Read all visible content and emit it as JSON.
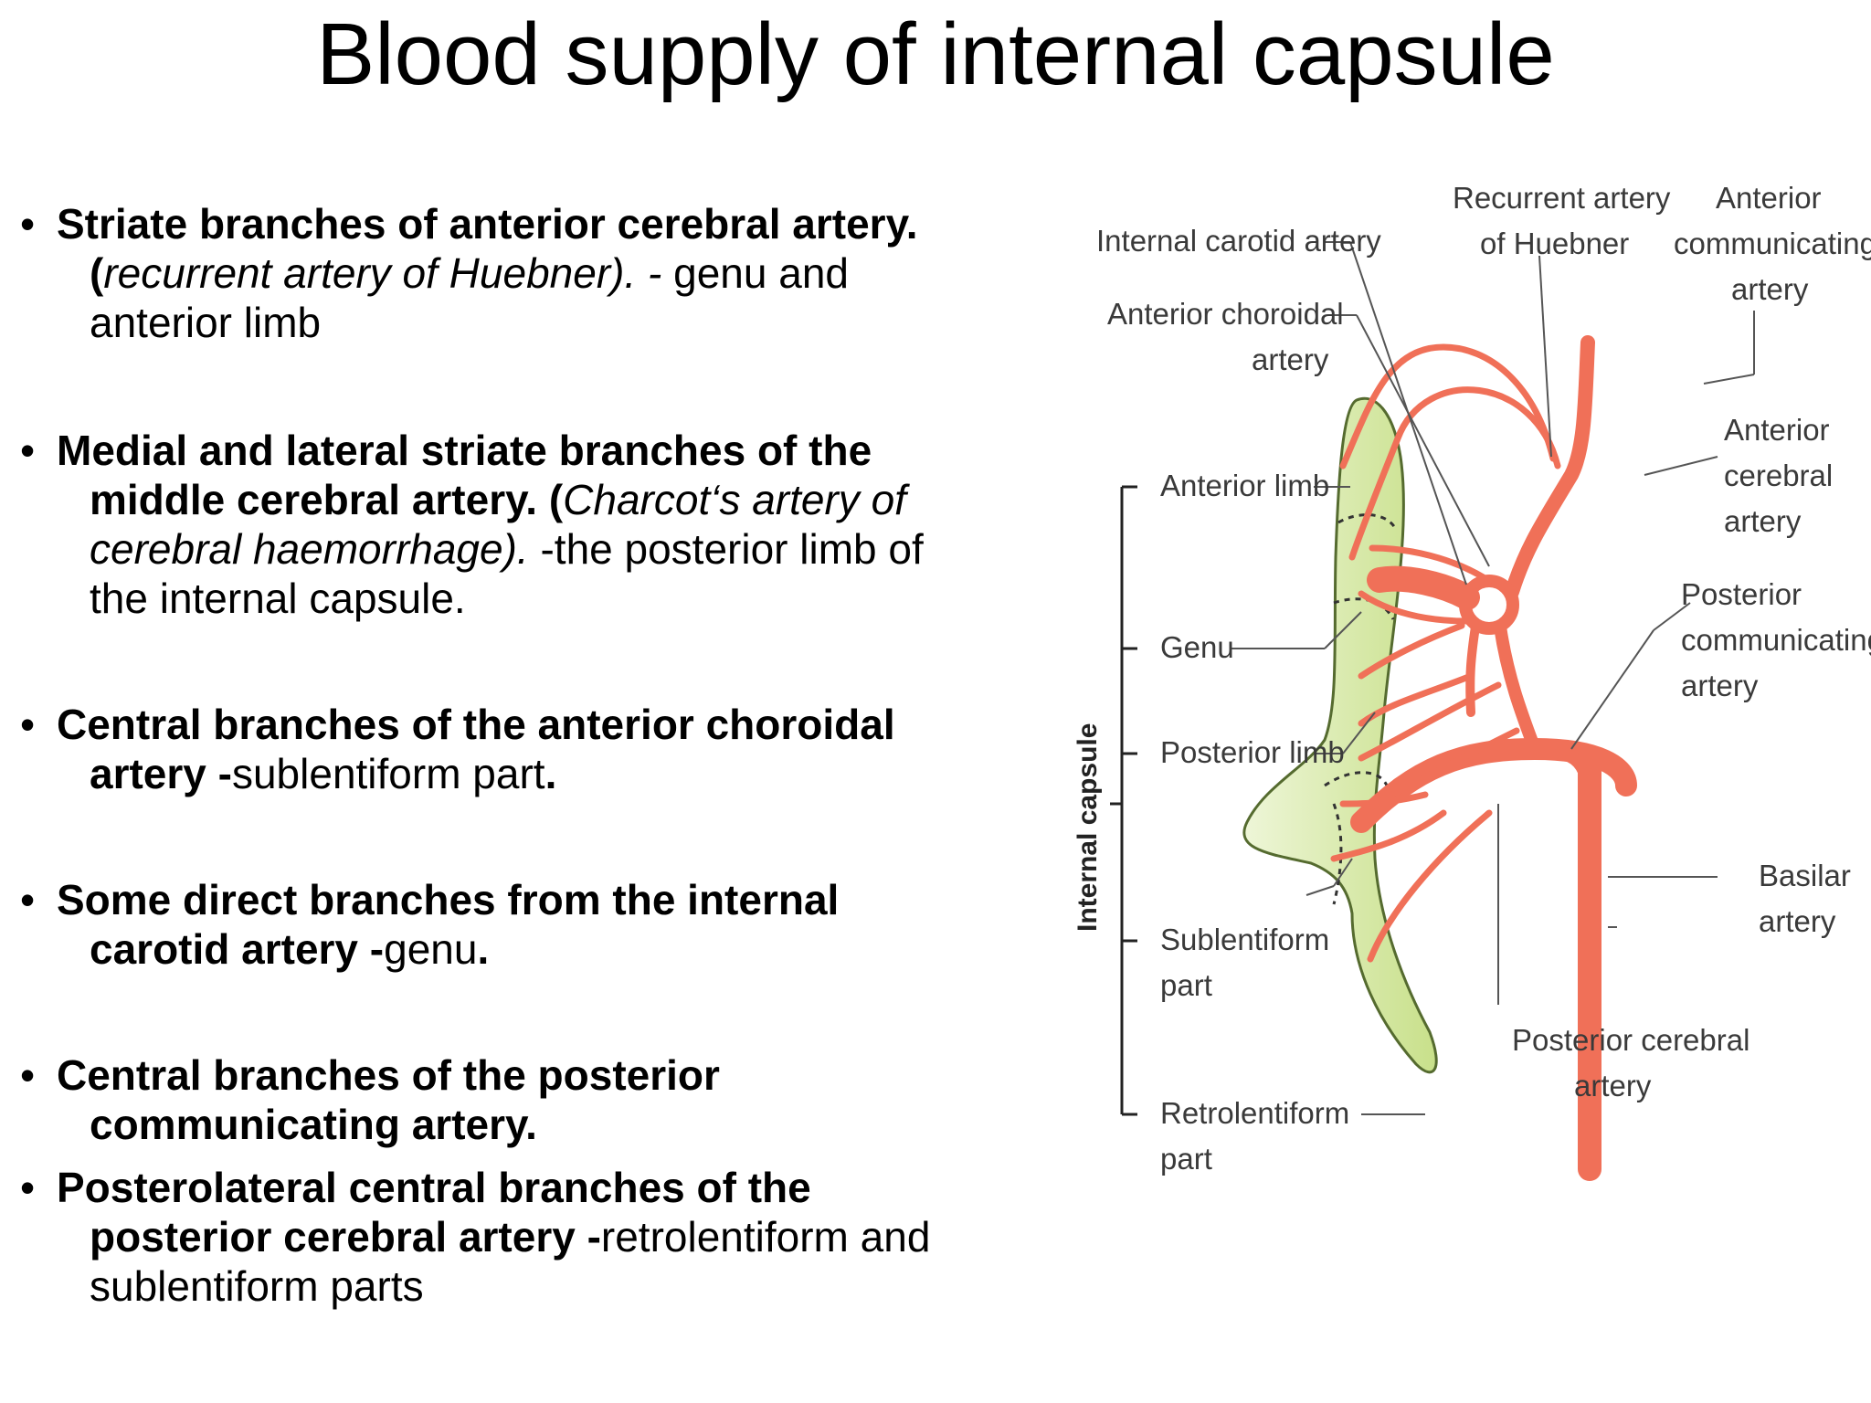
{
  "title": "Blood supply of internal capsule",
  "bullets": [
    {
      "parts": [
        {
          "text": "Striate branches of anterior cerebral artery. (",
          "style": "bold"
        },
        {
          "text": "recurrent artery of Huebner). -",
          "style": "italic"
        },
        {
          "text": " genu and anterior limb",
          "style": "normal"
        }
      ]
    },
    {
      "parts": [
        {
          "text": "Medial and lateral striate branches of the middle cerebral artery. (",
          "style": "bold"
        },
        {
          "text": "Charcot‘s artery of cerebral haemorrhage).",
          "style": "italic"
        },
        {
          "text": " -the posterior limb of the internal capsule.",
          "style": "normal"
        }
      ]
    },
    {
      "parts": [
        {
          "text": "Central branches of the anterior choroidal artery -",
          "style": "bold"
        },
        {
          "text": "sublentiform part",
          "style": "normal"
        },
        {
          "text": ".",
          "style": "bold"
        }
      ]
    },
    {
      "parts": [
        {
          "text": "Some direct branches from the internal carotid artery -",
          "style": "bold"
        },
        {
          "text": "genu",
          "style": "normal"
        },
        {
          "text": ".",
          "style": "bold"
        }
      ]
    },
    {
      "parts": [
        {
          "text": "Central branches of the posterior communicating artery.",
          "style": "bold"
        }
      ]
    },
    {
      "parts": [
        {
          "text": "Posterolateral central branches of the posterior cerebral artery -",
          "style": "bold"
        },
        {
          "text": "retrolentiform and sublentiform parts",
          "style": "normal"
        }
      ]
    }
  ],
  "diagram": {
    "labels": {
      "internal_carotid": "Internal carotid artery",
      "anterior_choroidal_1": "Anterior choroidal",
      "anterior_choroidal_2": "artery",
      "recurrent_1": "Recurrent artery",
      "recurrent_2": "of Huebner",
      "ant_comm_1": "Anterior",
      "ant_comm_2": "communicating",
      "ant_comm_3": "artery",
      "ant_cerebral_1": "Anterior",
      "ant_cerebral_2": "cerebral",
      "ant_cerebral_3": "artery",
      "post_comm_1": "Posterior",
      "post_comm_2": "communicating",
      "post_comm_3": "artery",
      "anterior_limb": "Anterior limb",
      "genu": "Genu",
      "posterior_limb": "Posterior limb",
      "sublentiform_1": "Sublentiform",
      "sublentiform_2": "part",
      "retrolentiform_1": "Retrolentiform",
      "retrolentiform_2": "part",
      "internal_capsule": "Internal capsule",
      "basilar_1": "Basilar",
      "basilar_2": "artery",
      "post_cerebral_1": "Posterior cerebral",
      "post_cerebral_2": "artery"
    },
    "colors": {
      "artery": "#f07058",
      "artery_stroke": "#c84a35",
      "capsule_fill": "#c8e08a",
      "capsule_light": "#eef6d8",
      "leader": "#555555"
    }
  }
}
